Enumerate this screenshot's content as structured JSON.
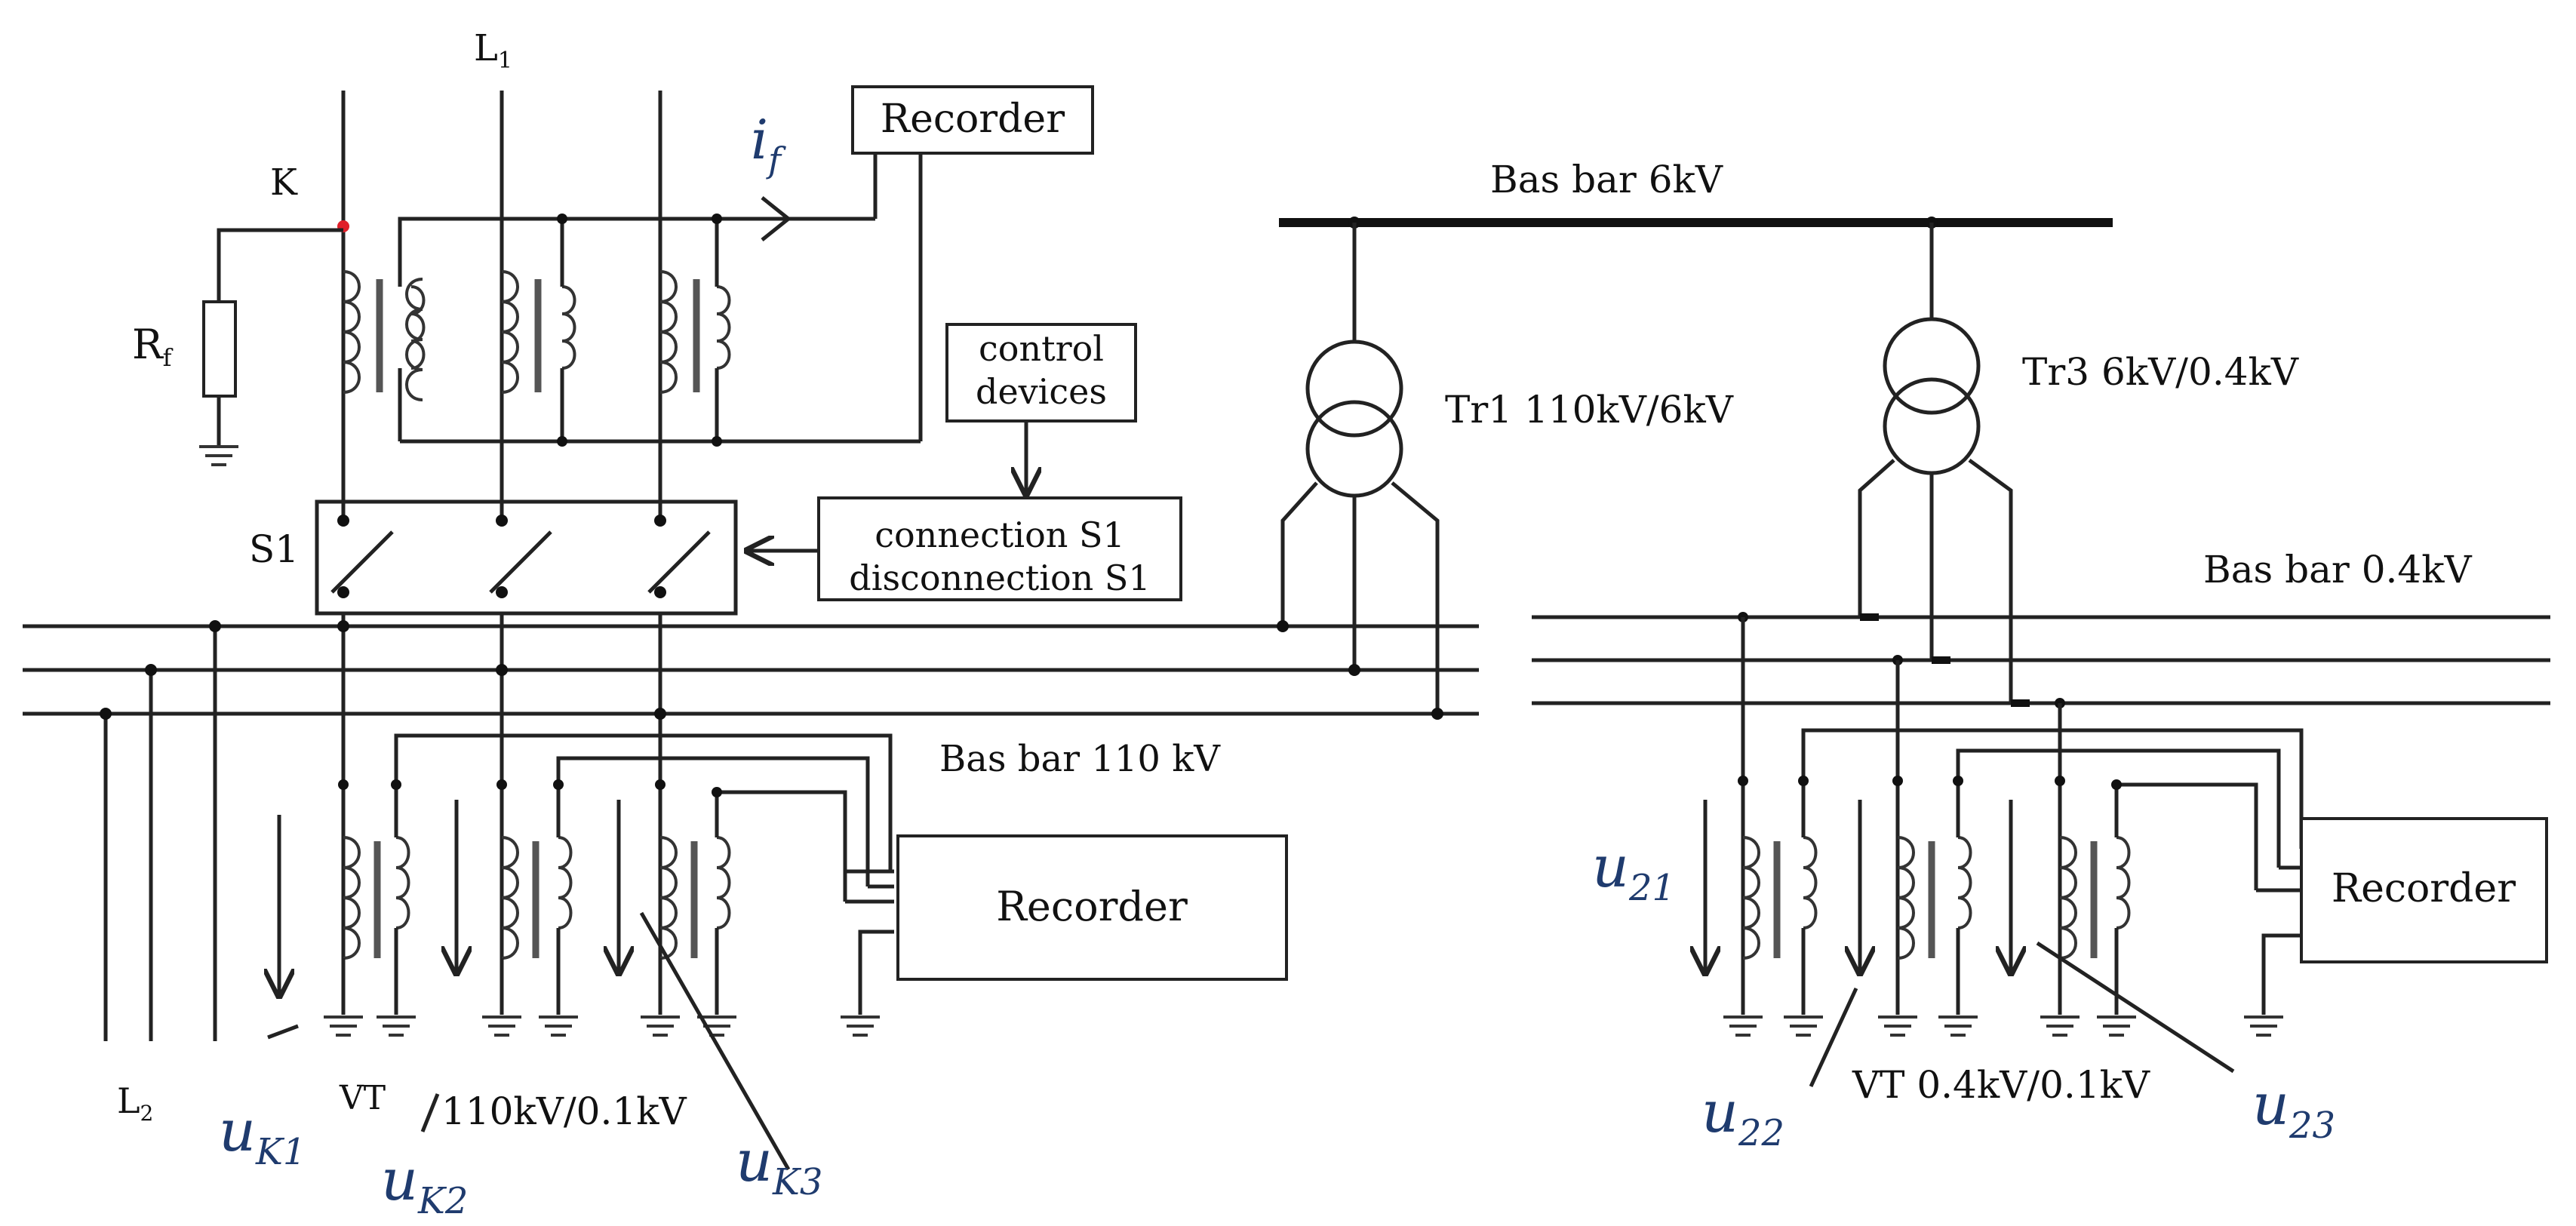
{
  "labels": {
    "l1": "L",
    "l1_sub": "1",
    "l2": "L",
    "l2_sub": "2",
    "k": "K",
    "rf": "R",
    "rf_sub": "f",
    "s1": "S1",
    "recorder_top": "Recorder",
    "i_f": "i",
    "i_f_sub": "f",
    "control_line1": "control",
    "control_line2": "devices",
    "connection_line1": "connection S1",
    "connection_line2": "disconnection S1",
    "busbar_6kv": "Bas bar 6kV",
    "tr1": "Tr1 110kV/6kV",
    "tr3": "Tr3 6kV/0.4kV",
    "busbar_04kv": "Bas bar 0.4kV",
    "busbar_110kv": "Bas bar 110 kV",
    "recorder_mid": "Recorder",
    "recorder_right": "Recorder",
    "vt_110": "VT",
    "vt_110_ratio": "110kV/0.1kV",
    "vt_04": "VT 0.4kV/0.1kV",
    "uk1": "u",
    "uk1_sub": "K1",
    "uk2": "u",
    "uk2_sub": "K2",
    "uk3": "u",
    "uk3_sub": "K3",
    "u21": "u",
    "u21_sub": "21",
    "u22": "u",
    "u22_sub": "22",
    "u23": "u",
    "u23_sub": "23"
  },
  "colors": {
    "line": "#222222",
    "voltage_label": "#1f3b6e",
    "fault_point": "#e0202a"
  }
}
